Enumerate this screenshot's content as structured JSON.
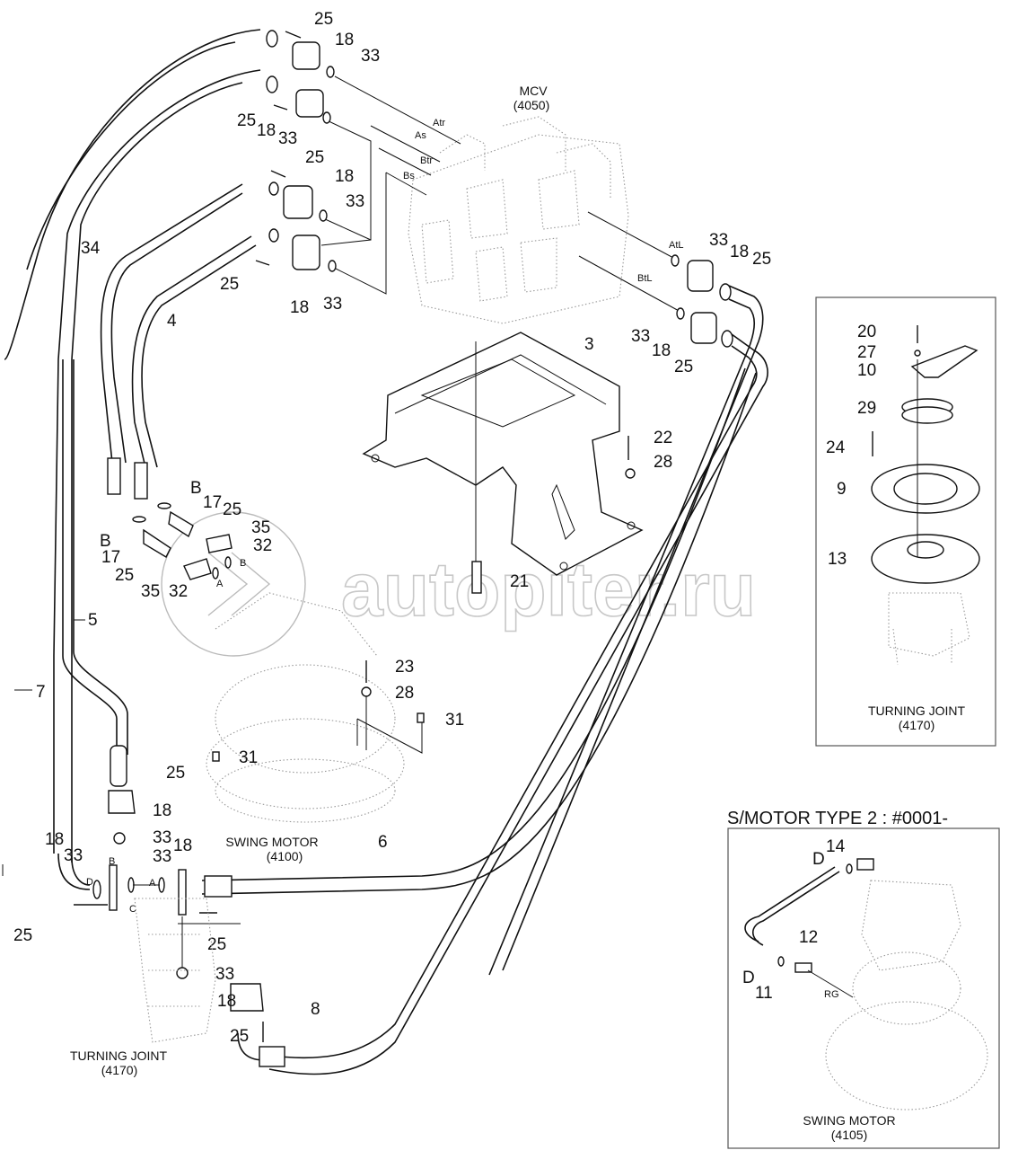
{
  "diagram": {
    "type": "exploded-parts-diagram",
    "watermark": "autopiter.ru",
    "components": {
      "mcv": {
        "name": "MCV",
        "code": "(4050)"
      },
      "swing_motor_main": {
        "name": "SWING MOTOR",
        "code": "(4100)"
      },
      "turning_joint_main": {
        "name": "TURNING JOINT",
        "code": "(4170)"
      },
      "turning_joint_inset": {
        "name": "TURNING JOINT",
        "code": "(4170)"
      },
      "swing_motor_inset": {
        "name": "SWING MOTOR",
        "code": "(4105)"
      }
    },
    "inset_title": "S/MOTOR TYPE 2 : #0001-",
    "ports": {
      "atr": "Atr",
      "as": "As",
      "btr": "Btr",
      "bs": "Bs",
      "atl": "AtL",
      "btl": "BtL",
      "a1": "A",
      "b1": "B",
      "a2": "A",
      "b2": "B",
      "c": "C",
      "d1": "D",
      "rg": "RG"
    },
    "callouts": {
      "c25_top": "25",
      "c18_top": "18",
      "c33_top": "33",
      "c25_2": "25",
      "c18_2": "18",
      "c33_2": "33",
      "c25_3": "25",
      "c18_3": "18",
      "c33_3": "33",
      "c25_4": "25",
      "c18_4": "18",
      "c33_4": "33",
      "c34": "34",
      "c4": "4",
      "c33_atl": "33",
      "c18_atl": "18",
      "c25_atl": "25",
      "c33_btl": "33",
      "c18_btl": "18",
      "c25_btl": "25",
      "c3": "3",
      "c22": "22",
      "c28_a": "28",
      "c21": "21",
      "cB_1": "B",
      "c17_1": "17",
      "c25_5": "25",
      "c35_1": "35",
      "c32_1": "32",
      "cB_2": "B",
      "c17_2": "17",
      "c25_6": "25",
      "c35_2": "35",
      "c32_2": "32",
      "c5": "5",
      "c7": "7",
      "c23": "23",
      "c28_b": "28",
      "c31_a": "31",
      "c31_b": "31",
      "c25_7": "25",
      "c18_5": "18",
      "c33_5": "33",
      "c18_6": "18",
      "c33_6": "33",
      "c33_7": "33",
      "c18_7": "18",
      "c6": "6",
      "c25_8": "25",
      "c25_9": "25",
      "c33_8": "33",
      "c18_8": "18",
      "c25_10": "25",
      "c8": "8",
      "c20": "20",
      "c27": "27",
      "c10": "10",
      "c29": "29",
      "c24": "24",
      "c9": "9",
      "c13": "13",
      "c14": "14",
      "cD_2": "D",
      "c12": "12",
      "cD_3": "D",
      "c11": "11"
    }
  }
}
